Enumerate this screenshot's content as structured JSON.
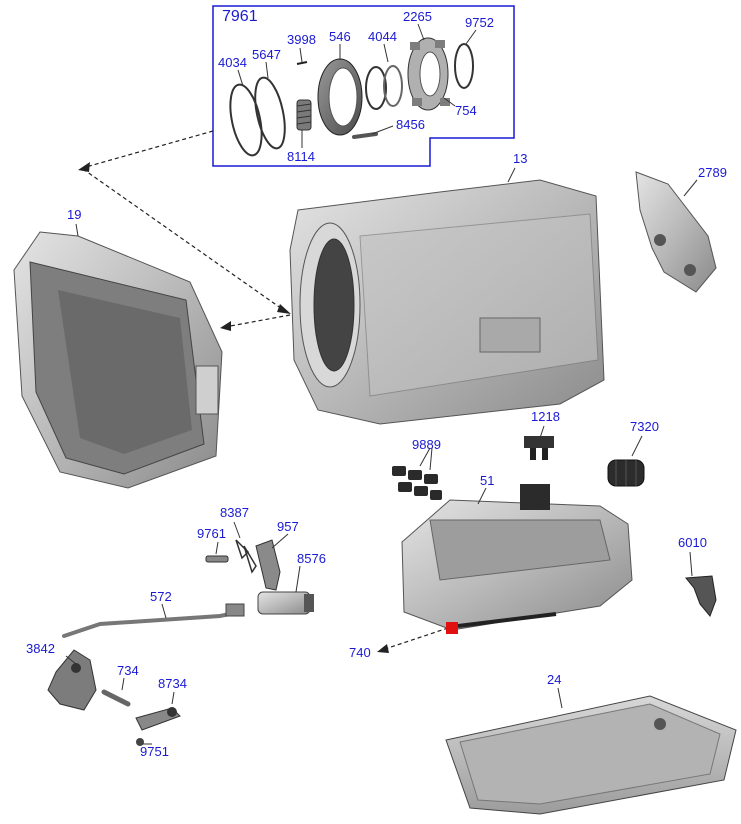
{
  "diagram": {
    "inset_label": "7961",
    "accent_color": "#1a1ad4",
    "parts": [
      {
        "id": "p4034",
        "label": "4034"
      },
      {
        "id": "p5647",
        "label": "5647"
      },
      {
        "id": "p3998",
        "label": "3998"
      },
      {
        "id": "p546",
        "label": "546"
      },
      {
        "id": "p4044",
        "label": "4044"
      },
      {
        "id": "p2265",
        "label": "2265"
      },
      {
        "id": "p9752",
        "label": "9752"
      },
      {
        "id": "p754",
        "label": "754"
      },
      {
        "id": "p8456",
        "label": "8456"
      },
      {
        "id": "p8114",
        "label": "8114"
      },
      {
        "id": "p13",
        "label": "13"
      },
      {
        "id": "p2789",
        "label": "2789"
      },
      {
        "id": "p19",
        "label": "19"
      },
      {
        "id": "p1218",
        "label": "1218"
      },
      {
        "id": "p7320",
        "label": "7320"
      },
      {
        "id": "p9889",
        "label": "9889"
      },
      {
        "id": "p51",
        "label": "51"
      },
      {
        "id": "p8387",
        "label": "8387"
      },
      {
        "id": "p9761",
        "label": "9761"
      },
      {
        "id": "p957",
        "label": "957"
      },
      {
        "id": "p8576",
        "label": "8576"
      },
      {
        "id": "p6010",
        "label": "6010"
      },
      {
        "id": "p572",
        "label": "572"
      },
      {
        "id": "p3842",
        "label": "3842"
      },
      {
        "id": "p740",
        "label": "740"
      },
      {
        "id": "p734",
        "label": "734"
      },
      {
        "id": "p8734",
        "label": "8734"
      },
      {
        "id": "p24",
        "label": "24"
      },
      {
        "id": "p9751",
        "label": "9751"
      }
    ]
  }
}
